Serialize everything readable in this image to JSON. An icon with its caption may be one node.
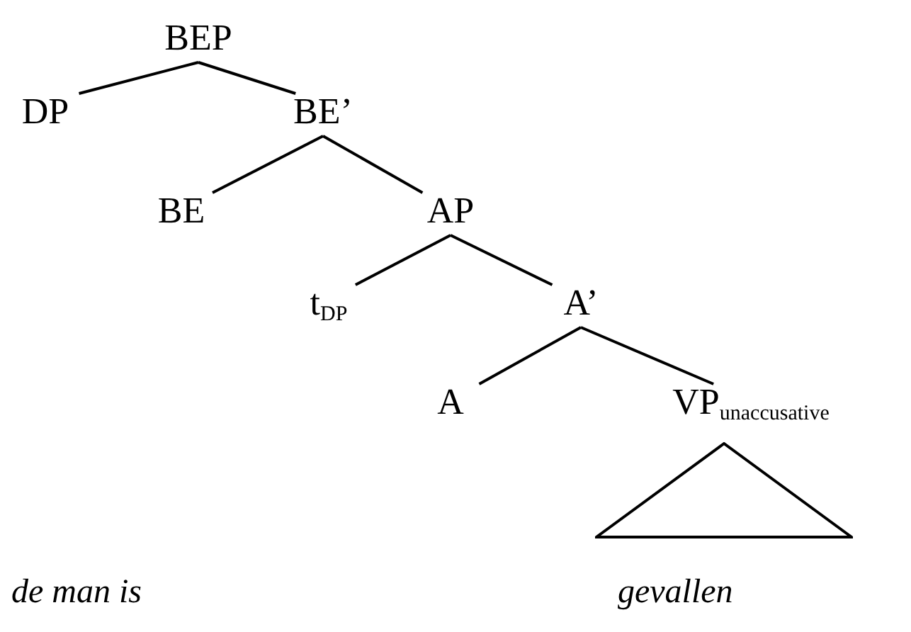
{
  "diagram": {
    "nodes": [
      {
        "text": [
          "BEP"
        ]
      },
      {
        "text": [
          "DP"
        ]
      },
      {
        "text": [
          "BE’"
        ]
      },
      {
        "text": [
          "BE"
        ]
      },
      {
        "text": [
          "AP"
        ]
      },
      {
        "text": [
          "t$_{DP}$"
        ]
      },
      {
        "text": [
          "A’"
        ]
      },
      {
        "text": [
          "A"
        ]
      },
      {
        "text": [
          "VP$_{unaccusative}$"
        ]
      },
      {
        "text": [],
        "shape": "triangle"
      }
    ],
    "edges": [
      {
        "from": 0,
        "to": 1,
        "arrow": "none"
      },
      {
        "from": 0,
        "to": 2,
        "arrow": "none"
      },
      {
        "from": 2,
        "to": 3,
        "arrow": "none"
      },
      {
        "from": 2,
        "to": 4,
        "arrow": "none"
      },
      {
        "from": 4,
        "to": 5,
        "arrow": "none"
      },
      {
        "from": 4,
        "to": 6,
        "arrow": "none"
      },
      {
        "from": 6,
        "to": 7,
        "arrow": "none"
      },
      {
        "from": 6,
        "to": 8,
        "arrow": "none"
      }
    ],
    "labels": [
      "de man is",
      "gevallen"
    ]
  }
}
